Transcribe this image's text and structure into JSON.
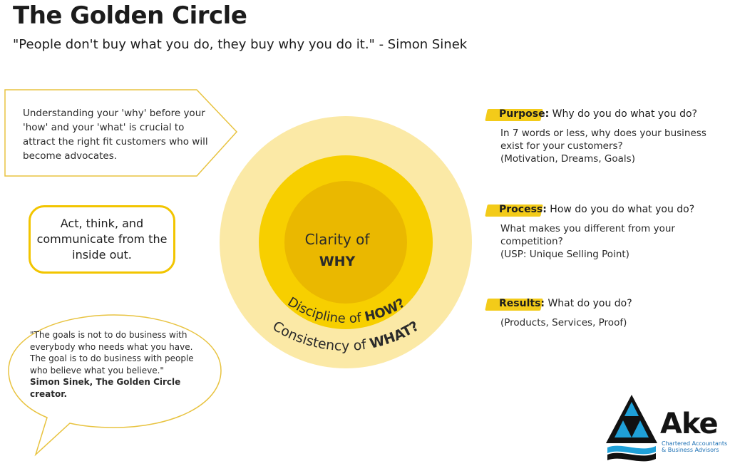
{
  "header": {
    "title": "The Golden Circle",
    "subtitle": "\"People don't buy what you do, they buy why you do it.\" - Simon Sinek"
  },
  "left": {
    "callout_text": "Understanding your 'why' before your 'how' and your 'what' is crucial to attract the right fit customers who will become advocates.",
    "pill_text": "Act, think, and communicate from the inside out.",
    "quote_text": "\"The goals is not to do business with everybody who needs what you have. The goal is to do business with people who believe what you believe.\"",
    "quote_author": "Simon Sinek, The Golden Circle creator."
  },
  "circle": {
    "inner_line1": "Clarity of",
    "inner_line2": "WHY",
    "middle_prefix": "Discipline of ",
    "middle_bold": "HOW?",
    "outer_prefix": "Consistency of ",
    "outer_bold": "WHAT?",
    "colors": {
      "outer": "#fbe9a6",
      "middle": "#f7cf00",
      "inner": "#eab800"
    }
  },
  "right": [
    {
      "label": "Purpose:",
      "question": " Why do you do what you do?",
      "line1": "In 7 words or less, why does your business exist for your customers?",
      "line2": "(Motivation, Dreams, Goals)"
    },
    {
      "label": "Process:",
      "question": " How do you do what you do?",
      "line1": "What makes you different from your competition?",
      "line2": "(USP: Unique Selling Point)"
    },
    {
      "label": "Results:",
      "question": " What do you do?",
      "line1": "(Products, Services, Proof)",
      "line2": ""
    }
  ],
  "logo": {
    "name": "Ake",
    "tagline1": "Chartered Accountants",
    "tagline2": "& Business Advisors",
    "colors": {
      "triangle": "#1fa0d8",
      "dark": "#111111"
    }
  },
  "accent_color": "#f2c500"
}
